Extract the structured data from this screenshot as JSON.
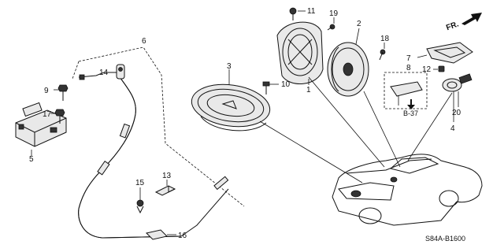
{
  "callouts": {
    "c1": "1",
    "c2": "2",
    "c3": "3",
    "c4": "4",
    "c5": "5",
    "c6": "6",
    "c7": "7",
    "c8": "8",
    "c9": "9",
    "c10": "10",
    "c11": "11",
    "c12": "12",
    "c13": "13",
    "c14": "14",
    "c15": "15",
    "c16": "16",
    "c17": "17",
    "c18": "18",
    "c19": "19",
    "c20": "20"
  },
  "direction_label": "FR.",
  "reference_label": "B-37",
  "diagram_code": "S84A-B1600",
  "icons": {
    "direction": "arrow-right-icon",
    "reference": "arrow-down-icon"
  }
}
